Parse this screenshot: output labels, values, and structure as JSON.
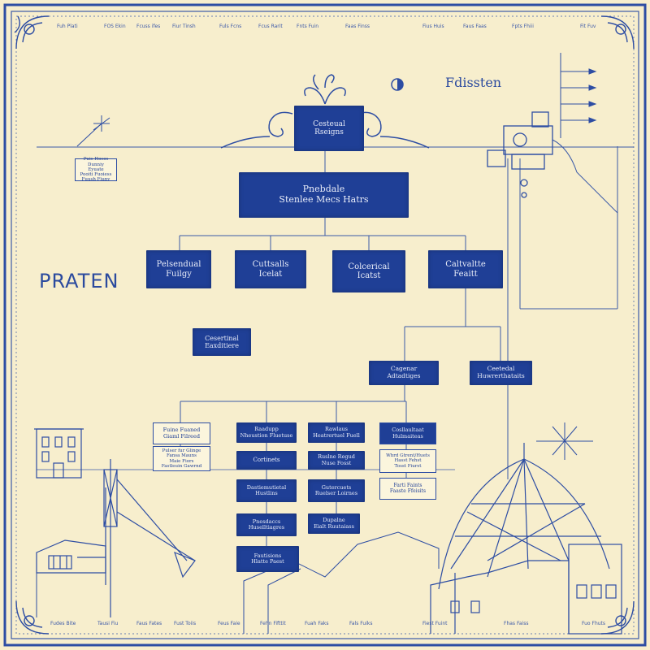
{
  "headings": {
    "left": "PRATEN",
    "top_right": "Fdissten"
  },
  "top_node": {
    "line1": "Cesteual",
    "line2": "Rseigns"
  },
  "main_node": {
    "line1": "Pnebdale",
    "line2": "Stenlee Mecs Hatrs"
  },
  "level2": [
    {
      "line1": "Pelsendual",
      "line2": "Fuilgy"
    },
    {
      "line1": "Cuttsalls",
      "line2": "Icelat"
    },
    {
      "line1": "Colcerical",
      "line2": "Icatst"
    },
    {
      "line1": "Caltvaltte",
      "line2": "Feaitt"
    }
  ],
  "isolated_node": {
    "line1": "Cesertinal",
    "line2": "Eaxditiere"
  },
  "level3": [
    {
      "line1": "Cagenar",
      "line2": "Adtadtiges"
    },
    {
      "line1": "Ceetedal",
      "line2": "Huwrerthataits"
    }
  ],
  "dark_stack_a": [
    {
      "line1": "Raadupp",
      "line2": "Nheustion Fluetuse"
    },
    {
      "line1": "Cortinets",
      "line2": ""
    },
    {
      "line1": "Dastiemutietal",
      "line2": "Hustlins"
    },
    {
      "line1": "Pnesdaccs",
      "line2": "Huselltiagres"
    },
    {
      "line1": "Fautisions",
      "line2": "Hlatte Paest"
    }
  ],
  "dark_stack_b": [
    {
      "line1": "Rawlaus",
      "line2": "Heatrertuel Fuell"
    },
    {
      "line1": "Ruslne Regud",
      "line2": "Nuse Fosst"
    },
    {
      "line1": "Gutercuets",
      "line2": "Ruelser Loirnes"
    },
    {
      "line1": "Dupalne",
      "line2": "Eialt Ruutaiass"
    }
  ],
  "light_col_a": [
    {
      "line1": "Fuine Fuaned",
      "line2": "Giaml Filreed"
    },
    {
      "line1": "Pulser fur Glinge",
      "line2": "Fansa Mauns",
      "line3": "Maie Fiors",
      "line4": "Fastleuin Gawrnd"
    }
  ],
  "light_col_b": [
    {
      "line1": "Cosllaultaat",
      "line2": "Hulmaiteas"
    },
    {
      "line1": "Whrd Gtrent/Huets",
      "line2": "Hasst Fehst",
      "line3": "Tosst Fiurst"
    },
    {
      "line1": "Farti Faints",
      "line2": "Faaste Ffeisits"
    }
  ],
  "legend_box": {
    "line1": "Puis Hoses Dunniy",
    "line2": "Eyuate",
    "line3": "Pooiti Fuoiess",
    "line4": "Fuush Fiuny"
  },
  "top_border_marks": [
    "Fuh Plati",
    "FOS Ekin",
    "Fcuss ifes",
    "Fiur Tinsh",
    "Fuls Fcns",
    "Fcus Rarit",
    "Fnts Fuin",
    "Faas Finss",
    "Fius Huis",
    "Faus Faas",
    "Fpts Fhiii",
    "Fit Fuv"
  ],
  "bottom_border_marks": [
    "Fudes Bite",
    "Tausi Fiu",
    "Faus Fates",
    "Fust Toiis",
    "Feus Faie",
    "Fehn Fifttit",
    "Fuah Faks",
    "Fals Fuiks",
    "Fiest Fuint",
    "Fhas Faiss",
    "Fuo Fhuts"
  ],
  "colors": {
    "paper": "#f7eecd",
    "ink": "#1f3f96",
    "line": "#3b5aa8"
  }
}
